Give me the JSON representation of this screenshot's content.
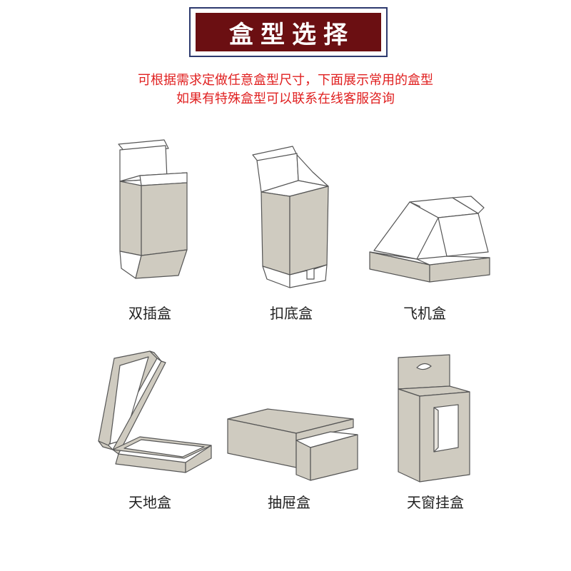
{
  "header": {
    "title": "盒型选择"
  },
  "notice": {
    "line1": "可根据需求定做任意盒型尺寸，下面展示常用的盒型",
    "line2": "如果有特殊盒型可以联系在线客服咨询"
  },
  "boxes": [
    {
      "label": "双插盒",
      "icon": "double-tuck-box-icon"
    },
    {
      "label": "扣底盒",
      "icon": "lock-bottom-box-icon"
    },
    {
      "label": "飞机盒",
      "icon": "mailer-box-icon"
    },
    {
      "label": "天地盒",
      "icon": "lid-and-base-box-icon"
    },
    {
      "label": "抽屉盒",
      "icon": "drawer-box-icon"
    },
    {
      "label": "天窗挂盒",
      "icon": "window-hanging-box-icon"
    }
  ],
  "colors": {
    "title_bg": "#6b0f12",
    "title_border": "#2d3a6e",
    "notice": "#e02020",
    "box_fill": "#cfcbc0",
    "box_stroke": "#555555"
  }
}
